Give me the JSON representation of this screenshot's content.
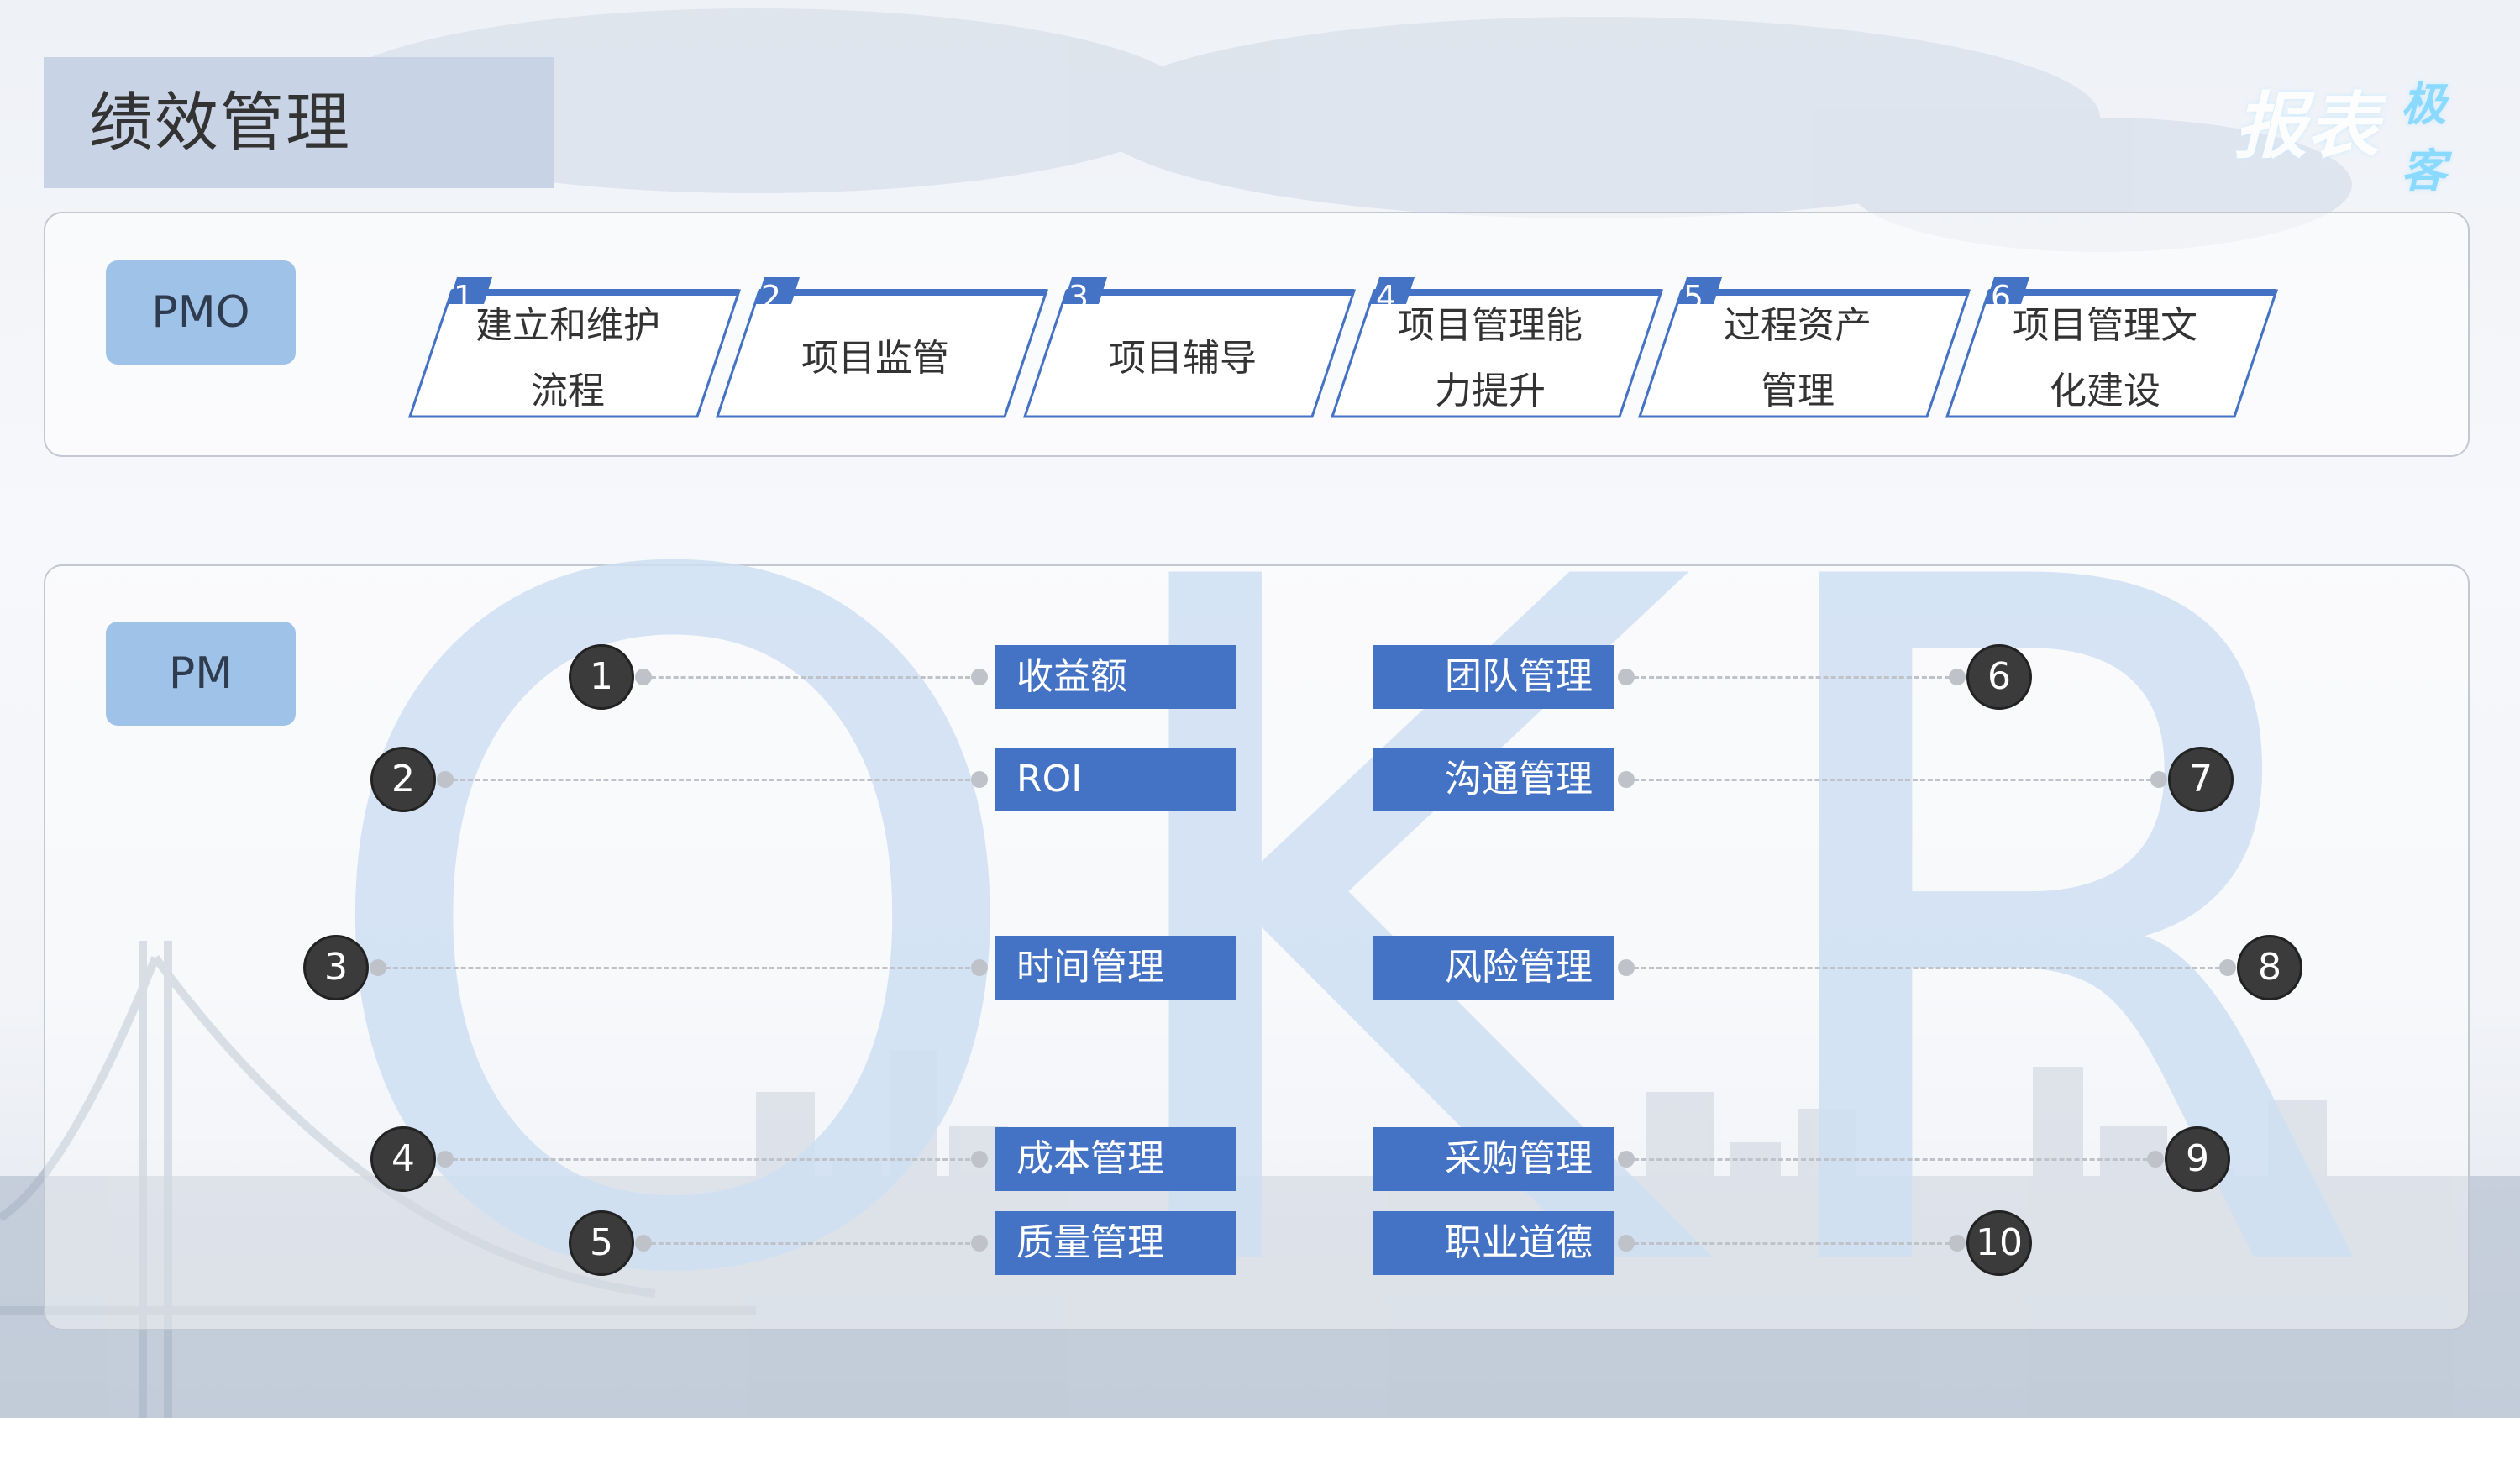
{
  "title": "绩效管理",
  "logo": {
    "main": "报表",
    "sub": "极客"
  },
  "pmo": {
    "tag": "PMO",
    "steps": [
      {
        "num": "1",
        "label": "建立和维护\n流程"
      },
      {
        "num": "2",
        "label": "项目监管"
      },
      {
        "num": "3",
        "label": "项目辅导"
      },
      {
        "num": "4",
        "label": "项目管理能\n力提升"
      },
      {
        "num": "5",
        "label": "过程资产\n管理"
      },
      {
        "num": "6",
        "label": "项目管理文\n化建设"
      }
    ]
  },
  "pm": {
    "tag": "PM",
    "watermark": "OKR",
    "left_items": [
      {
        "num": "1",
        "label": "收益额"
      },
      {
        "num": "2",
        "label": "ROI"
      },
      {
        "num": "3",
        "label": "时间管理"
      },
      {
        "num": "4",
        "label": "成本管理"
      },
      {
        "num": "5",
        "label": "质量管理"
      }
    ],
    "right_items": [
      {
        "num": "6",
        "label": "团队管理"
      },
      {
        "num": "7",
        "label": "沟通管理"
      },
      {
        "num": "8",
        "label": "风险管理"
      },
      {
        "num": "9",
        "label": "采购管理"
      },
      {
        "num": "10",
        "label": "职业道德"
      }
    ]
  },
  "colors": {
    "accent": "#4472c4",
    "tag": "#9fc3e8",
    "circle": "#3b3b3b"
  }
}
